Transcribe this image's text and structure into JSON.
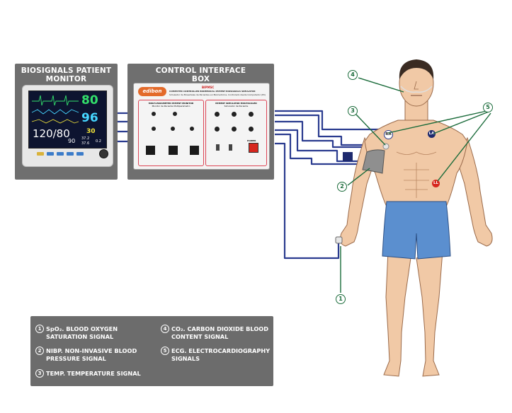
{
  "monitor_panel": {
    "title_line1": "BIOSIGNALS PATIENT",
    "title_line2": "MONITOR",
    "screen": {
      "hr": "80",
      "spo2": "96",
      "bp": "120/80",
      "map": "90",
      "resp": "30",
      "temp1": "37.2",
      "temp2": "37.6",
      "temp_extra": "0.2"
    }
  },
  "control_panel": {
    "title_line1": "CONTROL INTERFACE",
    "title_line2": "BOX",
    "brand": "edibon",
    "model": "BIPMSC",
    "subtitle_en": "COMPUTER CONTROLLED BIOMEDICAL PATIENT BIOSIGNALS SIMULATOR",
    "subtitle_es": "Simulador de Bioseñales de Pacientes en Biomedicina, Controlado desde Computador (PC)",
    "left_box_title": "MULTI-PARAMETER PATIENT MONITOR",
    "left_box_sub": "Monitor de Paciente Multiparámetro",
    "right_box_title": "PATIENT SIMULATOR MULTISCALED",
    "right_box_sub": "Simulador de Paciente",
    "power_label": "POWER"
  },
  "body_labels": {
    "ra": "RA",
    "la": "LA",
    "ll": "LL"
  },
  "callouts": [
    "1",
    "2",
    "3",
    "4",
    "5"
  ],
  "legend": {
    "items": [
      {
        "num": "1",
        "line1": "SpO₂. BLOOD OXYGEN",
        "line2": "SATURATION SIGNAL"
      },
      {
        "num": "2",
        "line1": "NIBP. NON-INVASIVE BLOOD",
        "line2": "PRESSURE SIGNAL"
      },
      {
        "num": "3",
        "line1": "TEMP. TEMPERATURE SIGNAL",
        "line2": ""
      },
      {
        "num": "4",
        "line1": "CO₂. CARBON DIOXIDE BLOOD",
        "line2": "CONTENT SIGNAL"
      },
      {
        "num": "5",
        "line1": "ECG. ELECTROCARDIOGRAPHY",
        "line2": "SIGNALS"
      }
    ]
  },
  "colors": {
    "panel_bg": "#6f6f6f",
    "cable": "#2a3b8f",
    "callout": "#1a6b3a",
    "skin": "#f1c9a6",
    "shorts": "#5b8fcf",
    "screen_bg": "#0d1430",
    "hr_color": "#33e06b",
    "spo2_color": "#46d6ff",
    "resp_color": "#f3e53a",
    "ecg_red": "#d7261e"
  }
}
